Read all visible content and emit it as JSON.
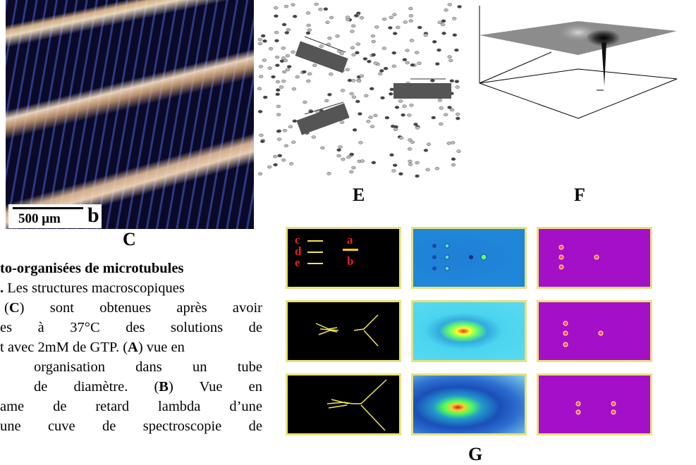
{
  "figure": {
    "panel_c": {
      "scale_label": "500 μm",
      "sublabel": "b",
      "label": "C"
    },
    "panel_e": {
      "label": "E"
    },
    "panel_f": {
      "label": "F"
    },
    "panel_g": {
      "label": "G",
      "left_labels": [
        "c",
        "d",
        "e"
      ],
      "right_labels": [
        "a",
        "b"
      ]
    }
  },
  "caption": {
    "line1": "to-organisées de microtubules",
    "line2_bold": ".",
    "line2_rest": " Les structures macroscopiques",
    "line3_a": "(",
    "line3_b": "C",
    "line3_c": ") sont obtenues après avoir",
    "line4": "es à 37°C des solutions de",
    "line5_a": "t avec 2mM de GTP. (",
    "line5_b": "A",
    "line5_c": ") vue en",
    "line6": "organisation dans un tube",
    "line7_a": "de diamètre. (",
    "line7_b": "B",
    "line7_c": ") Vue en",
    "line8": "ame de retard lambda d’une",
    "line9": "une cuve de spectroscopie de"
  }
}
